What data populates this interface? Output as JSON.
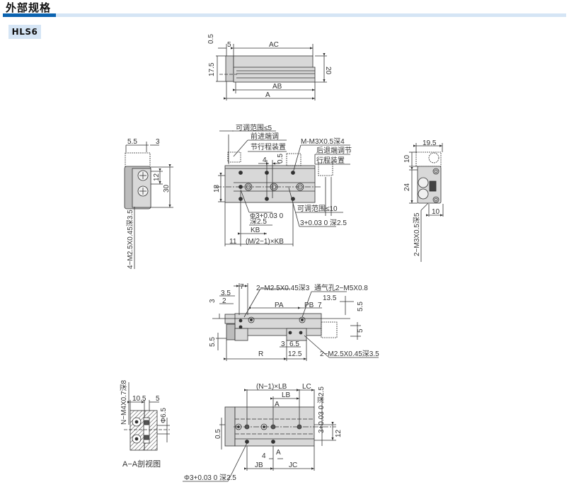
{
  "header": {
    "title": "外部规格",
    "model": "HLS6",
    "accent_color": "#0b63b0",
    "bar_color": "#d5e5f5"
  },
  "top_view": {
    "dims": {
      "d05": "0.5",
      "d5": "5",
      "AC": "AC",
      "d175": "17.5",
      "d20": "20",
      "AB": "AB",
      "A": "A"
    }
  },
  "front_view": {
    "adjust_range_front": "可调范围≤5",
    "front_adjust_l1": "前进端调",
    "front_adjust_l2": "节行程装置",
    "thread": "M-M3X0.5深4",
    "rear_adjust_l1": "后退端调节",
    "rear_adjust_l2": "行程装置",
    "d4": "4",
    "d05": "0.5",
    "d18": "18",
    "pin_hole": "Φ3+0.03 0",
    "pin_depth": "深2.5",
    "adjust_range_rear": "可调范围≤10",
    "slot": "3+0.03 0 深2.5",
    "KB": "KB",
    "d11": "11",
    "pitch": "(M/2−1)×KB"
  },
  "left_view": {
    "d55": "5.5",
    "d3": "3",
    "d12": "12",
    "d30": "30",
    "thread": "4−M2.5X0.45深3.5"
  },
  "right_view": {
    "d195": "19.5",
    "d10a": "10",
    "d24": "24",
    "d10b": "10",
    "thread": "2−M3X0.5深5"
  },
  "side_view": {
    "d7": "7",
    "thread_top": "2−M2.5X0.45深3",
    "vent": "通气孔2−M5X0.8",
    "d35": "3.5",
    "d3": "3",
    "d2": "2",
    "PA": "PA",
    "PB": "PB",
    "d7b": "7",
    "d135": "13.5",
    "d55a": "5.5",
    "d55b": "5.5",
    "d5": "5",
    "d3b": "3",
    "d65": "6.5",
    "R": "R",
    "d125": "12.5",
    "thread_bottom": "2−M2.5X0.45深3.5"
  },
  "section_view": {
    "thread": "N−M4X0.7深8",
    "d105": "10.5",
    "d5": "5",
    "d65": "Φ6.5",
    "caption": "A−A剖视图"
  },
  "bottom_view": {
    "pitch": "(N−1)×LB",
    "LC": "LC",
    "LB": "LB",
    "A_top": "A",
    "slot": "3+0.03 0 深2.5",
    "d05": "0.5",
    "d12": "12",
    "A_bottom": "A",
    "d4": "4",
    "JB": "JB",
    "JC": "JC",
    "pin_hole": "Φ3+0.03 0 深2.5"
  }
}
